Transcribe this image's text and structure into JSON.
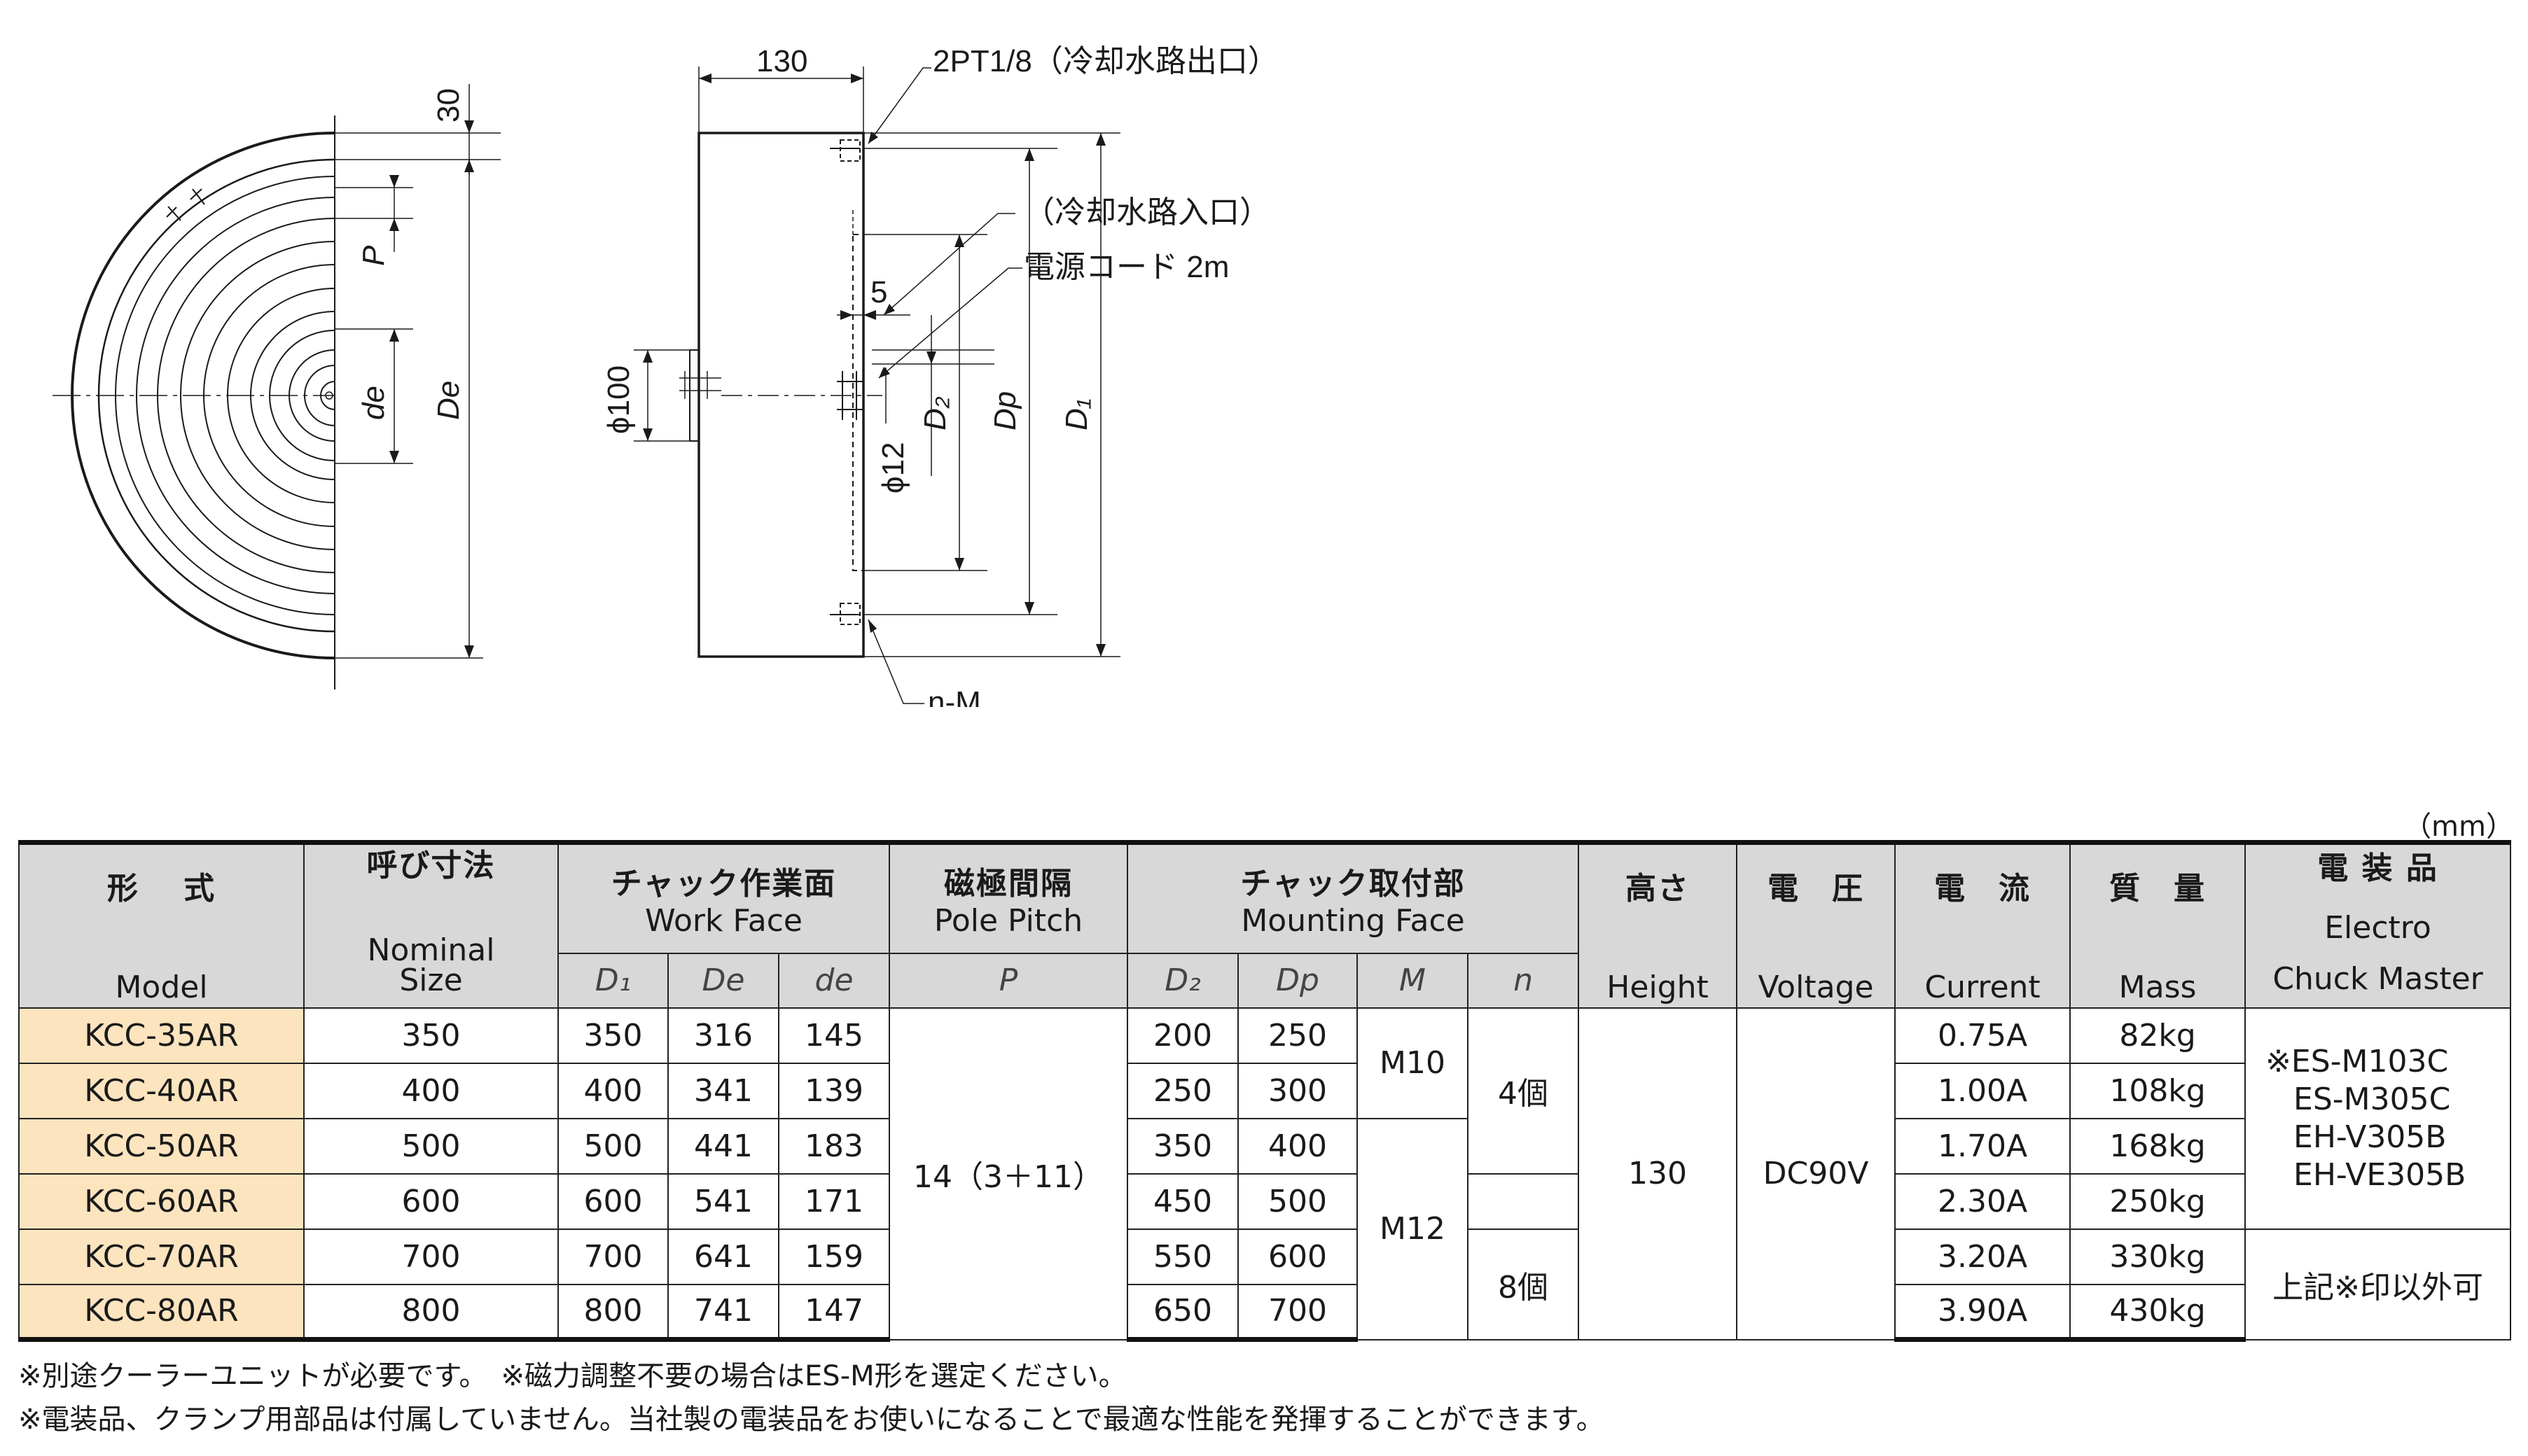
{
  "drawing": {
    "dim_130": "130",
    "dim_30": "30",
    "dim_5": "5",
    "label_outlet": "2PT1/8（冷却水路出口）",
    "label_inlet": "（冷却水路入口）",
    "label_cord": "電源コード 2m",
    "label_nm": "n-M",
    "sym_P": "P",
    "sym_de": "de",
    "sym_De": "De",
    "sym_phi100": "ϕ100",
    "sym_phi12": "ϕ12",
    "sym_D2": "D₂",
    "sym_Dp": "Dp",
    "sym_D1": "D₁"
  },
  "unit": "（mm）",
  "table": {
    "headers": {
      "model_jp": "形　 式",
      "model_en": "Model",
      "size_jp": "呼び寸法",
      "size_en1": "Nominal",
      "size_en2": "Size",
      "work_jp": "チャック作業面",
      "work_en": "Work Face",
      "pitch_jp": "磁極間隔",
      "pitch_en": "Pole  Pitch",
      "mount_jp": "チャック取付部",
      "mount_en": "Mounting Face",
      "height_jp": "高さ",
      "height_en": "Height",
      "voltage_jp": "電　圧",
      "voltage_en": "Voltage",
      "current_jp": "電　流",
      "current_en": "Current",
      "mass_jp": "質　量",
      "mass_en": "Mass",
      "em_jp": "電 装 品",
      "em_en1": "Electro",
      "em_en2": "Chuck Master",
      "sub_D1": "D₁",
      "sub_De": "De",
      "sub_de": "de",
      "sub_P": "P",
      "sub_D2": "D₂",
      "sub_Dp": "Dp",
      "sub_M": "M",
      "sub_n": "n"
    },
    "rows": [
      {
        "model": "KCC-35AR",
        "size": "350",
        "D1": "350",
        "De": "316",
        "de": "145",
        "D2": "200",
        "Dp": "250",
        "current": "0.75A",
        "mass": "82kg"
      },
      {
        "model": "KCC-40AR",
        "size": "400",
        "D1": "400",
        "De": "341",
        "de": "139",
        "D2": "250",
        "Dp": "300",
        "current": "1.00A",
        "mass": "108kg"
      },
      {
        "model": "KCC-50AR",
        "size": "500",
        "D1": "500",
        "De": "441",
        "de": "183",
        "D2": "350",
        "Dp": "400",
        "current": "1.70A",
        "mass": "168kg"
      },
      {
        "model": "KCC-60AR",
        "size": "600",
        "D1": "600",
        "De": "541",
        "de": "171",
        "D2": "450",
        "Dp": "500",
        "current": "2.30A",
        "mass": "250kg"
      },
      {
        "model": "KCC-70AR",
        "size": "700",
        "D1": "700",
        "De": "641",
        "de": "159",
        "D2": "550",
        "Dp": "600",
        "current": "3.20A",
        "mass": "330kg"
      },
      {
        "model": "KCC-80AR",
        "size": "800",
        "D1": "800",
        "De": "741",
        "de": "147",
        "D2": "650",
        "Dp": "700",
        "current": "3.90A",
        "mass": "430kg"
      }
    ],
    "pitch": "14（3＋11）",
    "m_m10": "M10",
    "m_m12": "M12",
    "n_4": "4個",
    "n_8": "8個",
    "height": "130",
    "voltage": "DC90V",
    "em_list": [
      "※ES-M103C",
      "ES-M305C",
      "EH-V305B",
      "EH-VE305B"
    ],
    "em_other": "上記※印以外可"
  },
  "notes": [
    "※別途クーラーユニットが必要です。　※磁力調整不要の場合はES-M形を選定ください。",
    "※電装品、クランプ用部品は付属していません。当社製の電装品をお使いになることで最適な性能を発揮することができます。"
  ]
}
